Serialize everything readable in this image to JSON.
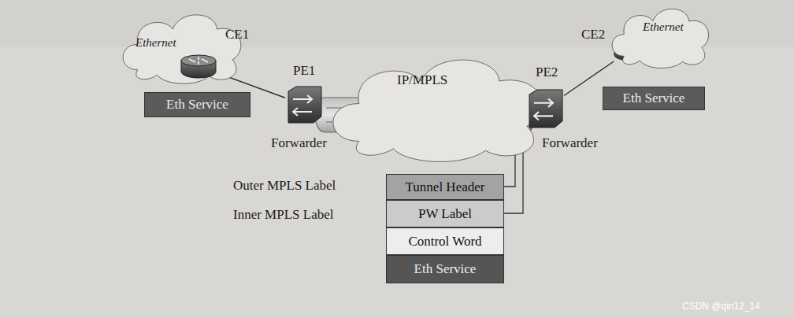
{
  "diagram": {
    "nodes": [
      {
        "text": [
          "Ethernet"
        ]
      },
      {
        "text": [
          "CE1"
        ]
      },
      {
        "text": [
          "Eth Service"
        ]
      },
      {
        "text": [
          "PE1",
          "Forwarder"
        ]
      },
      {
        "text": [
          "IP/MPLS"
        ]
      },
      {
        "text": [
          "PE2",
          "Forwarder"
        ]
      },
      {
        "text": [
          "CE2"
        ]
      },
      {
        "text": [
          "Ethernet"
        ]
      },
      {
        "text": [
          "Eth Service"
        ]
      },
      {
        "text": [
          "Tunnel Header"
        ]
      },
      {
        "text": [
          "PW Label"
        ]
      },
      {
        "text": [
          "Control Word"
        ]
      },
      {
        "text": [
          "Eth Service"
        ]
      }
    ],
    "edges": [
      {
        "from": 1,
        "to": 3,
        "arrow": "none"
      },
      {
        "from": 5,
        "to": 6,
        "arrow": "none"
      }
    ],
    "labels": [
      "Outer MPLS Label",
      "Inner MPLS Label",
      "CSDN @qin12_14"
    ]
  }
}
